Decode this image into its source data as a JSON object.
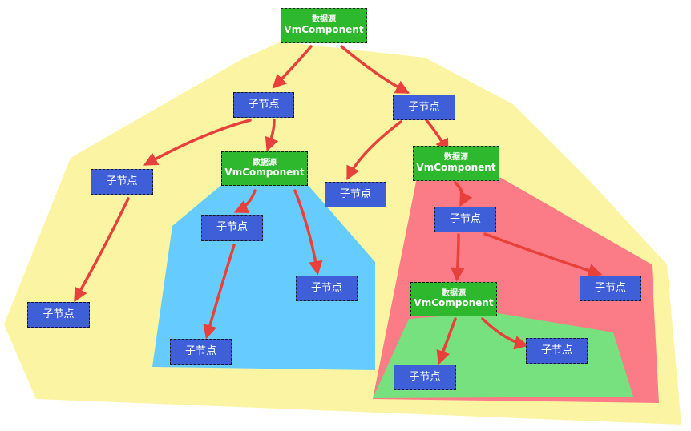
{
  "colors": {
    "outer_region": "#fbf5a3",
    "blue_region": "#66ccff",
    "red_region": "#fb7b86",
    "green_region": "#77e07f",
    "child_node": "#3f5fd9",
    "datasource_node": "#2eb82e",
    "arrow": "#e8413c"
  },
  "datasource_label": "数据源",
  "component_label": "VmComponent",
  "child_label": "子节点"
}
